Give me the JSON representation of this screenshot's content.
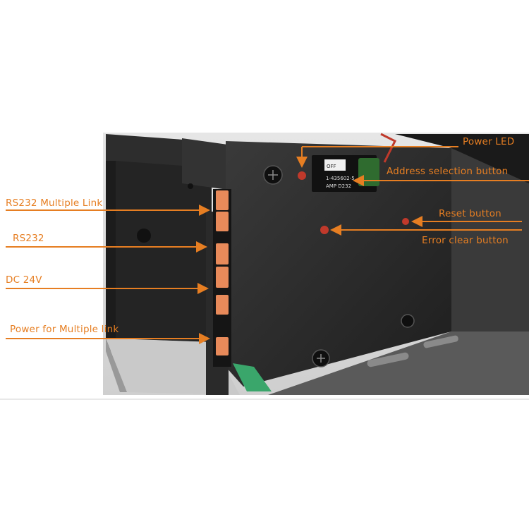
{
  "colors": {
    "label": "#e67e22",
    "arrow": "#e67e22",
    "housing": "#1f1f1f",
    "plate": "#2b2b2b",
    "connector": "#e88a5a",
    "led": "#c0392b",
    "divider": "#d0d0d0"
  },
  "annotations": {
    "power_led": "Power LED",
    "address_selection_button": "Address selection button",
    "reset_button": "Reset button",
    "error_clear_button": "Error clear button",
    "rs232_multiple_link": "RS232 Multiple Link",
    "rs232": "RS232",
    "dc_24v": "DC  24V",
    "power_multiple_link": "Power for Multiple link"
  },
  "switch_text": {
    "line1": "OFF",
    "line2": "1-435602-5",
    "line3": "AMP D232"
  }
}
